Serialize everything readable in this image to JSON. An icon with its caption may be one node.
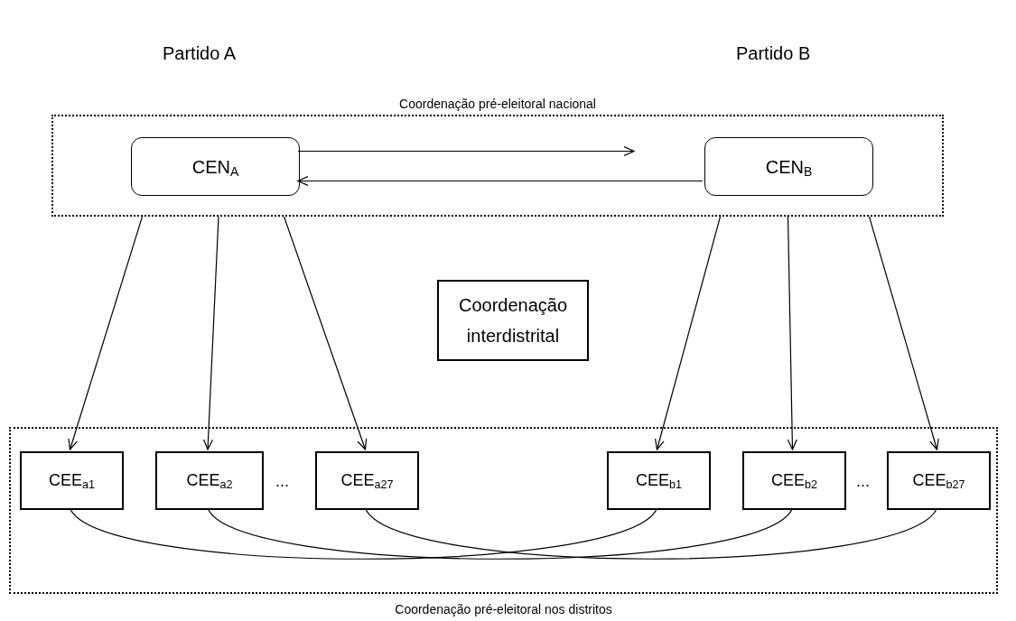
{
  "diagram": {
    "nodes": [
      {
        "text": [
          "Coordenação pré-eleitoral nacional"
        ]
      },
      {
        "text": [
          "CEN$_{A}$"
        ],
        "in": 0
      },
      {
        "text": [
          "CEN$_{B}$"
        ],
        "in": 0
      },
      {
        "text": [
          "Coordenação interdistrital"
        ]
      },
      {
        "text": [
          "Coordenação pré-eleitoral nos distritos"
        ]
      },
      {
        "text": [
          "CEE$_{a1}$"
        ],
        "in": 4
      },
      {
        "text": [
          "CEE$_{a2}$"
        ],
        "in": 4
      },
      {
        "text": [
          "CEE$_{a27}$"
        ],
        "in": 4
      },
      {
        "text": [
          "CEE$_{b1}$"
        ],
        "in": 4
      },
      {
        "text": [
          "CEE$_{b2}$"
        ],
        "in": 4
      },
      {
        "text": [
          "CEE$_{b27}$"
        ],
        "in": 4
      }
    ],
    "edges": [
      {
        "from": 1,
        "to": 2,
        "arrow": "to"
      },
      {
        "from": 2,
        "to": 1,
        "arrow": "to"
      },
      {
        "from": 0,
        "to": 5,
        "arrow": "to"
      },
      {
        "from": 0,
        "to": 6,
        "arrow": "to"
      },
      {
        "from": 0,
        "to": 7,
        "arrow": "to"
      },
      {
        "from": 0,
        "to": 8,
        "arrow": "to"
      },
      {
        "from": 0,
        "to": 9,
        "arrow": "to"
      },
      {
        "from": 0,
        "to": 10,
        "arrow": "to"
      },
      {
        "from": 5,
        "to": 8,
        "arrow": "none"
      },
      {
        "from": 6,
        "to": 9,
        "arrow": "none"
      },
      {
        "from": 7,
        "to": 10,
        "arrow": "none"
      }
    ],
    "labels": [
      "Partido A",
      "Partido B",
      "...",
      "..."
    ]
  }
}
